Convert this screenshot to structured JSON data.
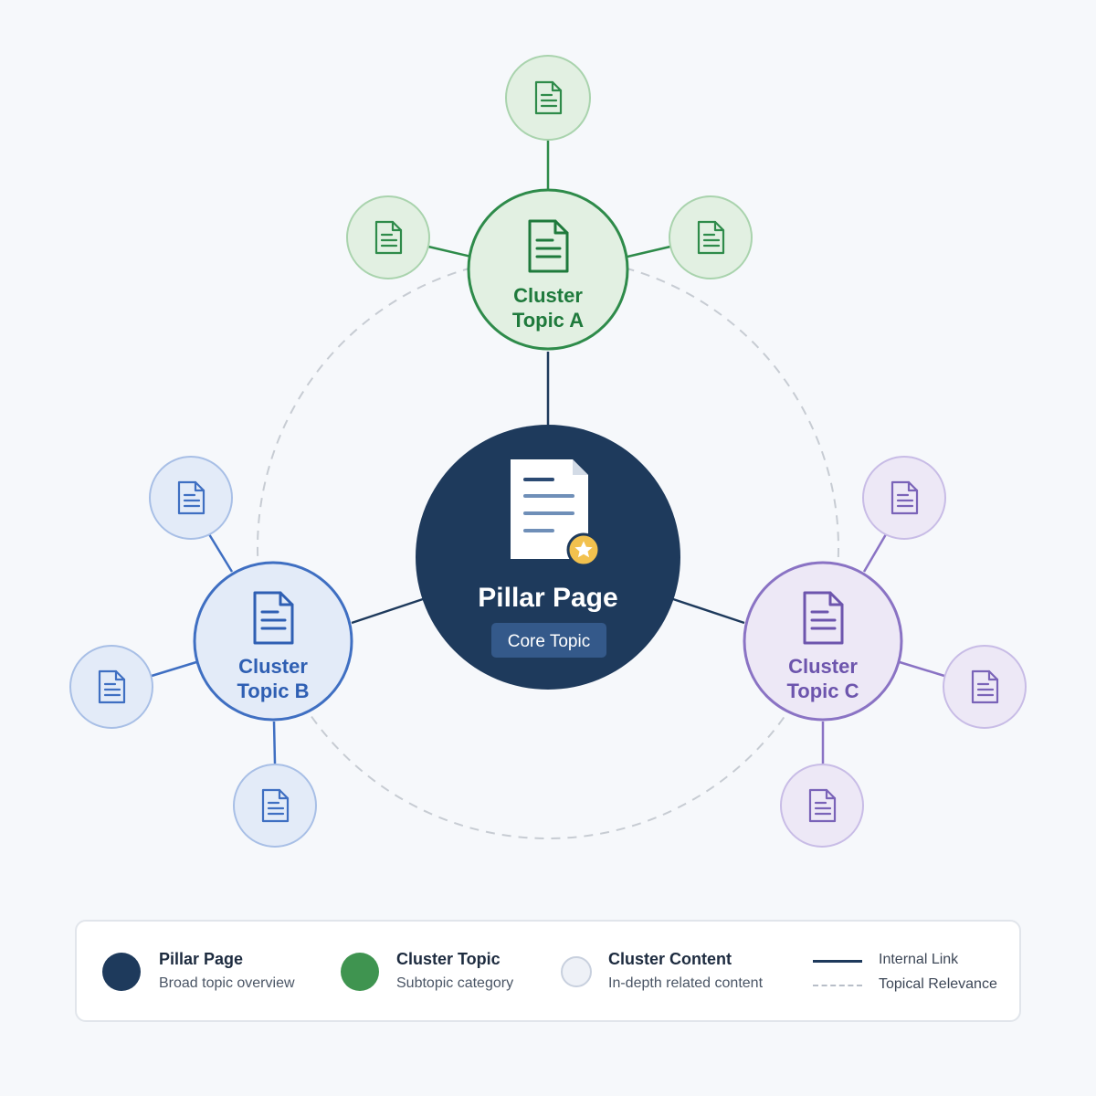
{
  "colors": {
    "pillar": "#1e3a5c",
    "pillar_badge": "#34598a",
    "green": "#2e8b4a",
    "green_fill": "#e2f0e2",
    "blue": "#3f6fc2",
    "blue_fill": "#e3ebf8",
    "purple": "#8a73c4",
    "purple_fill": "#ede8f6",
    "star": "#f2c14e",
    "dashed": "#c7ccd3",
    "legend_cluster_content": "#eef1f7"
  },
  "pillar": {
    "title": "Pillar Page",
    "badge": "Core Topic",
    "icon": "document-star-icon"
  },
  "clusters": [
    {
      "id": "a",
      "line1": "Cluster",
      "line2": "Topic A",
      "color": "green",
      "icon": "document-icon"
    },
    {
      "id": "b",
      "line1": "Cluster",
      "line2": "Topic B",
      "color": "blue",
      "icon": "document-icon"
    },
    {
      "id": "c",
      "line1": "Cluster",
      "line2": "Topic C",
      "color": "purple",
      "icon": "document-icon"
    }
  ],
  "legend": {
    "pillar": {
      "title": "Pillar Page",
      "desc": "Broad topic overview"
    },
    "cluster_topic": {
      "title": "Cluster Topic",
      "desc": "Subtopic category"
    },
    "cluster_content": {
      "title": "Cluster Content",
      "desc": "In-depth related content"
    },
    "internal_link": "Internal Link",
    "topical_relevance": "Topical Relevance"
  }
}
